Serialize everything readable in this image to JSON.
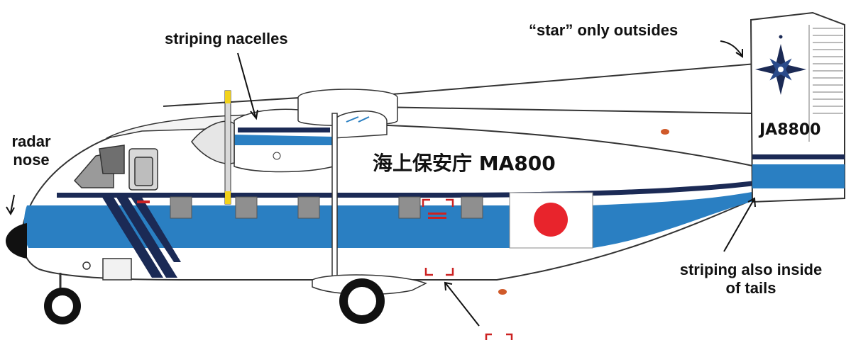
{
  "labels": {
    "radar_nose": [
      "radar",
      "nose"
    ],
    "striping_nacelles": "striping nacelles",
    "star_only_outsides": "“star” only outsides",
    "striping_tails": [
      "striping also inside",
      "of tails"
    ]
  },
  "aircraft": {
    "fuselage_title": "海上保安庁 MA800",
    "registration": "JA8800"
  },
  "colors": {
    "stripe_blue": "#2a7fc2",
    "navy": "#1b2a55",
    "hinomaru_red": "#e8242c",
    "outline": "#333333",
    "marker_red": "#cc2222"
  },
  "icons": [
    "compass-star-icon",
    "hinomaru-icon",
    "coast-guard-emblem-icon"
  ]
}
